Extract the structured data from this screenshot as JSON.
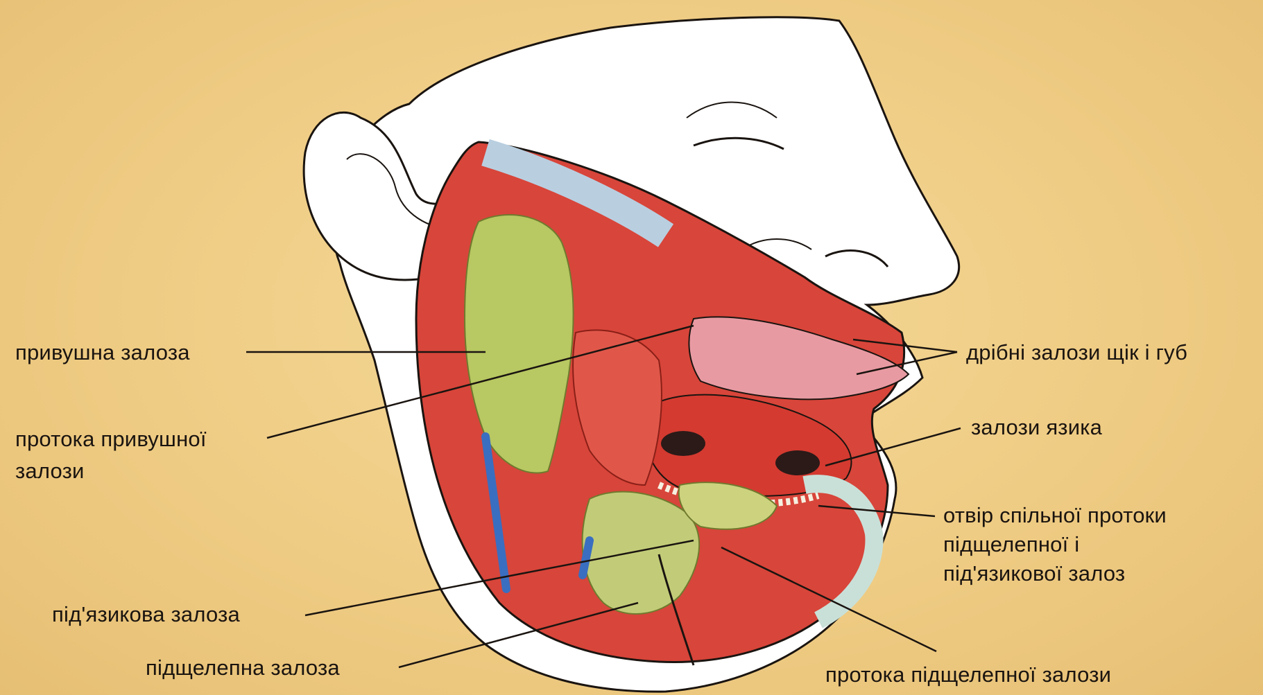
{
  "labels": {
    "parotid_gland": "привушна залоза",
    "parotid_duct": [
      "протока привушної",
      "залози"
    ],
    "sublingual_gland": "під'язикова залоза",
    "submandibular_gland": "підщелепна залоза",
    "cheek_lip_glands": "дрібні залози щік і губ",
    "tongue_glands": "залози язика",
    "common_duct_opening": [
      "отвір спільної протоки",
      "підщелепної і",
      "під'язикової залоз"
    ],
    "submandibular_duct": "протока підщелепної залози"
  },
  "colors": {
    "background": "#f0d08a",
    "skin": "#ffffff",
    "gland": "#b8c862",
    "muscle": "#d63a2c",
    "mucosa": "#e89aa2",
    "vessel": "#3a6ec0",
    "line": "#1a1410"
  }
}
